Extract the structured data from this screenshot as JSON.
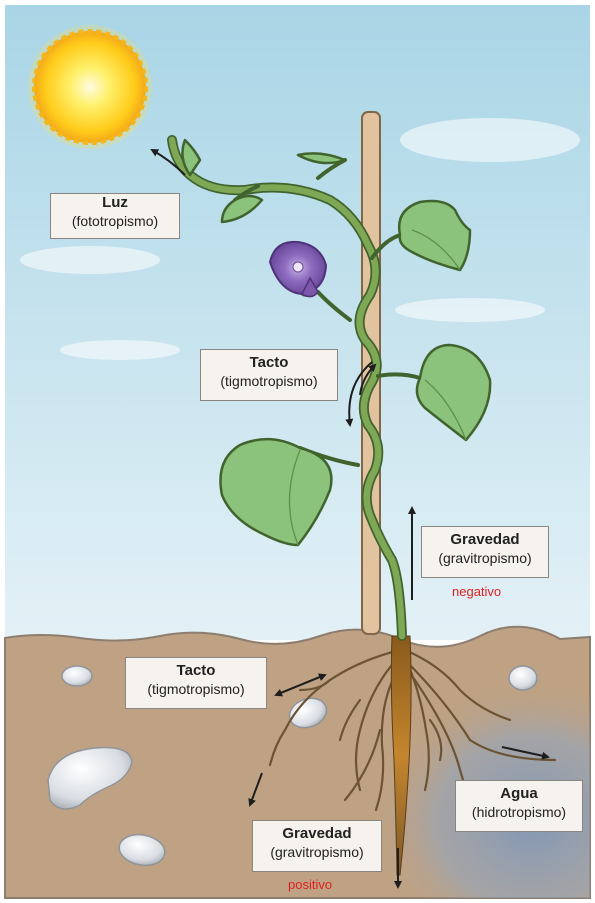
{
  "labels": {
    "luz": {
      "title": "Luz",
      "subtitle": "(fototropismo)"
    },
    "tacto_stem": {
      "title": "Tacto",
      "subtitle": "(tigmotropismo)"
    },
    "gravedad_stem": {
      "title": "Gravedad",
      "subtitle": "(gravitropismo)",
      "note": "negativo"
    },
    "tacto_root": {
      "title": "Tacto",
      "subtitle": "(tigmotropismo)"
    },
    "agua": {
      "title": "Agua",
      "subtitle": "(hidrotropismo)"
    },
    "gravedad_root": {
      "title": "Gravedad",
      "subtitle": "(gravitropismo)",
      "note": "positivo"
    }
  },
  "colors": {
    "sky_top": "#a9d5e6",
    "sky_bottom": "#e3f1f6",
    "soil": "#bfa283",
    "soil_line": "#8d7d6e",
    "water": "#7f96b6",
    "stake": "#e2c3a0",
    "stem": "#6d9147",
    "leaf": "#8cc37c",
    "leaf_edge": "#41642e",
    "flower": "#7d58aa",
    "root": "#6b5334",
    "taproot": "#b67d2c",
    "sun": "#ffd51c",
    "note_red": "#e02020",
    "arrow": "#1e1e1e"
  },
  "icons": [
    "sun-icon",
    "flower-icon",
    "stone-icon"
  ]
}
